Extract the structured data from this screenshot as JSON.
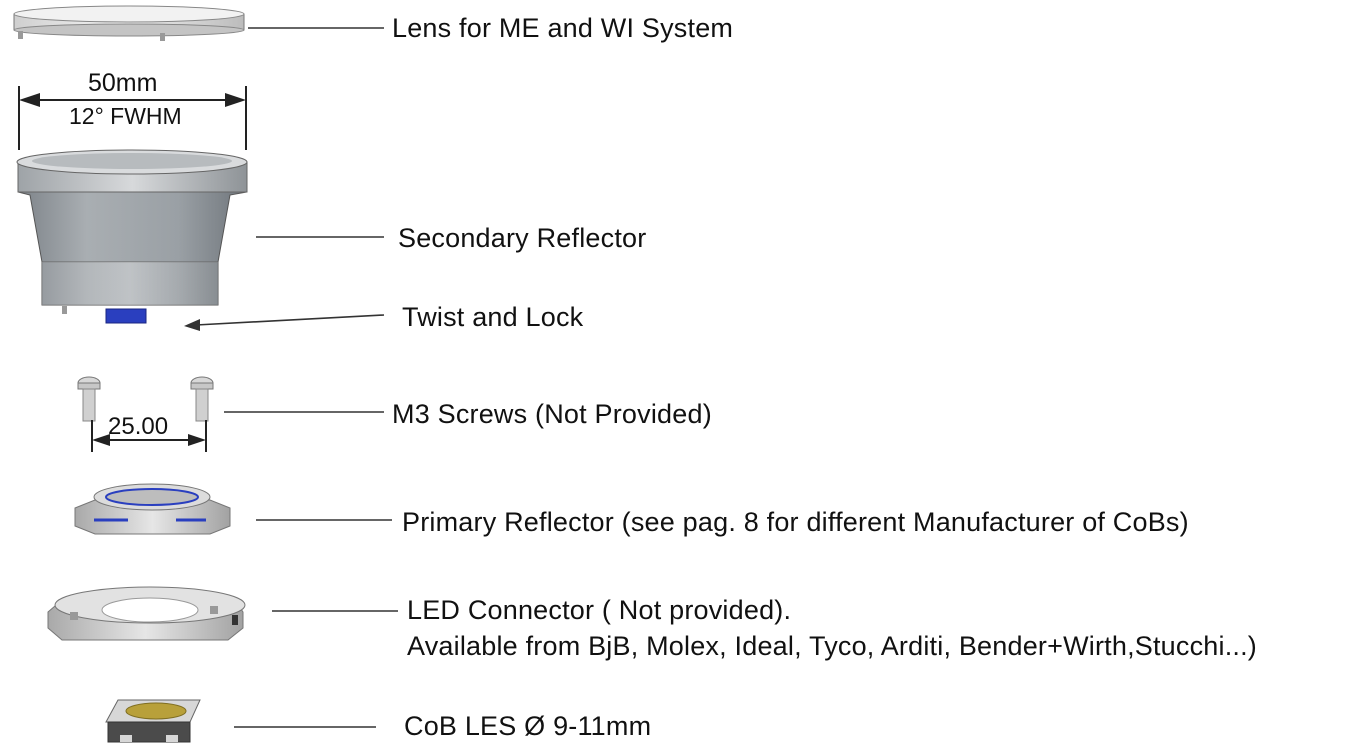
{
  "components": [
    {
      "label": "Lens for ME and WI System"
    },
    {
      "label": "Secondary Reflector"
    },
    {
      "label": "Twist and Lock"
    },
    {
      "label": "M3 Screws (Not Provided)"
    },
    {
      "label": "Primary Reflector (see pag. 8 for different Manufacturer of CoBs)"
    },
    {
      "label": "LED Connector ( Not provided).",
      "note": "Available from BjB, Molex, Ideal, Tyco, Arditi, Bender+Wirth,Stucchi...)"
    },
    {
      "label": "CoB LES Ø 9-11mm"
    }
  ],
  "dimensions": {
    "reflector_width": "50mm",
    "beam_angle": "12° FWHM",
    "screw_spacing": "25.00"
  },
  "colors": {
    "line": "#333333",
    "part_light": "#e4e4e4",
    "part_mid": "#b9b9b9",
    "part_dark": "#8a8f94",
    "accent_blue": "#2a3fbf",
    "cob_phosphor": "#b8a03a"
  }
}
